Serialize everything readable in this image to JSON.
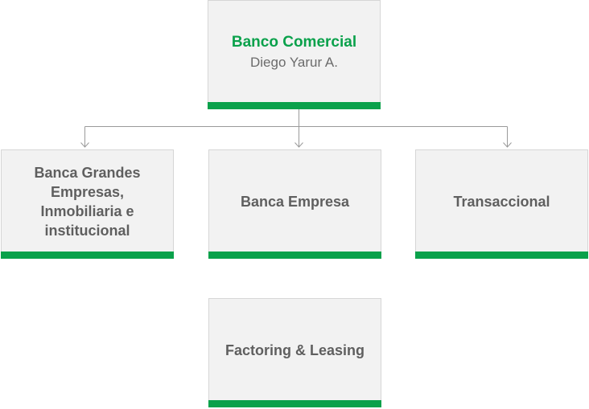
{
  "root": {
    "title": "Banco Comercial",
    "subtitle": "Diego Yarur A."
  },
  "children": [
    {
      "label": "Banca Grandes Empresas, Inmobiliaria e institucional"
    },
    {
      "label": "Banca Empresa"
    },
    {
      "label": "Transaccional"
    },
    {
      "label": "Factoring & Leasing"
    }
  ],
  "colors": {
    "accent": "#0aa14b",
    "box_fill": "#f2f2f2",
    "box_border": "#d6d6d6",
    "connector": "#9a9a9a",
    "text": "#5f5f5f"
  }
}
